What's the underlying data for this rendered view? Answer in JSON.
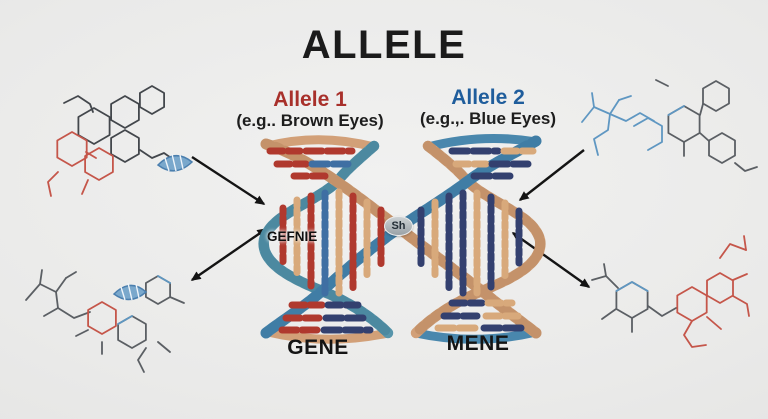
{
  "title": "ALLELE",
  "allele1": {
    "label": "Allele 1",
    "example": "(e.g.. Brown Eyes)",
    "gene_label": "GENE",
    "accent_color": "#a8302b"
  },
  "allele2": {
    "label": "Allele 2",
    "example": "(e.g.,. Blue Eyes)",
    "gene_label": "MENE",
    "accent_color": "#1f5d9c"
  },
  "helix": {
    "badge": "Sh",
    "gene_annotation": "GEFNIE"
  },
  "colors": {
    "background": "#eaeae9",
    "strand_tan": "#d2a078",
    "strand_teal": "#5795ab",
    "strand_blue": "#4987ad",
    "basepair_red": "#b0392e",
    "basepair_navy": "#33406f",
    "basepair_tan": "#d8a97b",
    "arrow": "#141414"
  }
}
